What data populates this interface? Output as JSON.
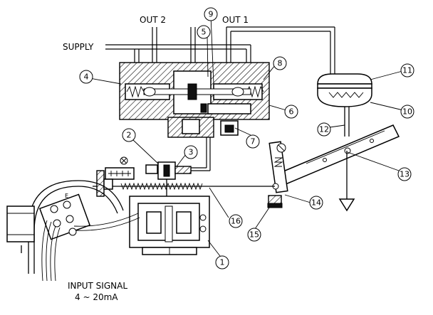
{
  "labels": {
    "supply": "SUPPLY",
    "out1": "OUT 1",
    "out2": "OUT 2",
    "input_signal": "INPUT SIGNAL",
    "input_range": "4 ~ 20mA",
    "terminal_e": "E"
  },
  "callouts": [
    "1",
    "2",
    "3",
    "4",
    "5",
    "6",
    "7",
    "8",
    "9",
    "10",
    "11",
    "12",
    "13",
    "14",
    "15",
    "16"
  ]
}
